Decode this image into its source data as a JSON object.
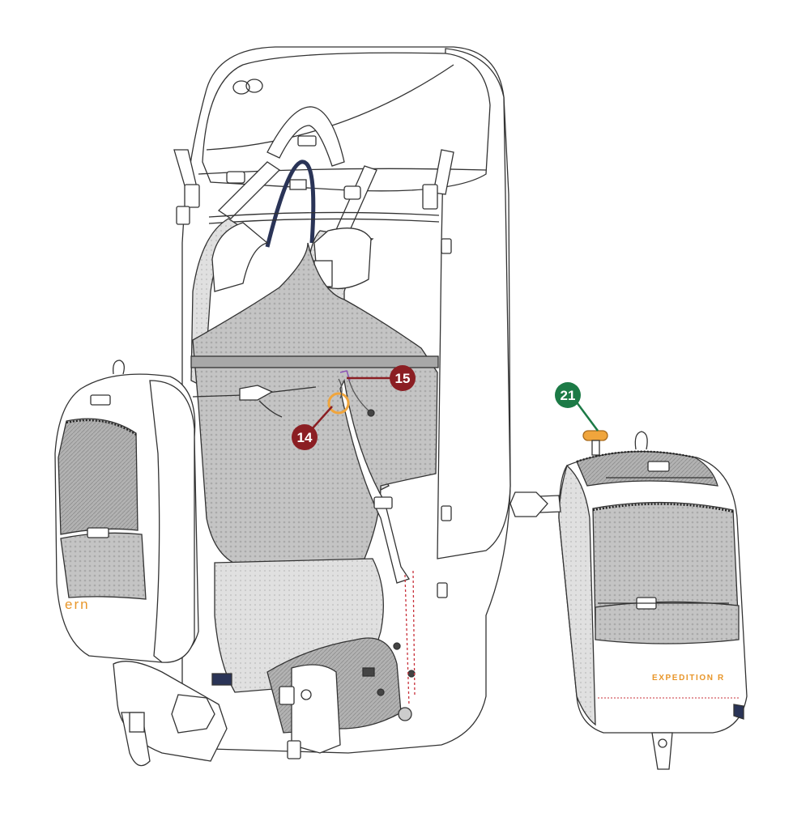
{
  "callouts": [
    {
      "id": "c14",
      "label": "14",
      "color": "#8b1e23"
    },
    {
      "id": "c15",
      "label": "15",
      "color": "#8b1e23"
    },
    {
      "id": "c21",
      "label": "21",
      "color": "#1c7a46"
    }
  ],
  "day_pack": {
    "brand_label": "EXPEDITION R"
  },
  "side_pocket": {
    "logo_fragment": "ern"
  },
  "colors": {
    "outline": "#333333",
    "mesh": "#bdbdbd",
    "mesh_light": "#e2e2e2",
    "navy_strap": "#2a3457",
    "accent_orange": "#e8962a",
    "red_line": "#c8303a",
    "handle_orange": "#f0a53c"
  }
}
